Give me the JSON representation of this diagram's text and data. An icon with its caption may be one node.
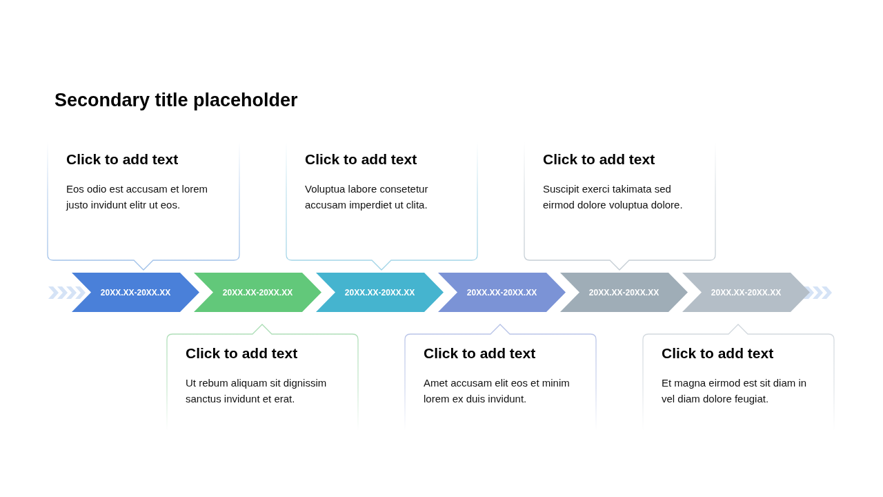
{
  "diagram": {
    "title": "Secondary title placeholder",
    "nodes": [
      {
        "text": [
          "Click to add text",
          "Eos odio est accusam et lorem justo invidunt elitr ut eos."
        ]
      },
      {
        "text": [
          "Click to add text",
          "Voluptua labore consetetur accusam imperdiet ut clita."
        ]
      },
      {
        "text": [
          "Click to add text",
          "Suscipit exerci takimata sed eirmod dolore voluptua dolore."
        ]
      },
      {
        "text": [
          "20XX.XX-20XX.XX"
        ]
      },
      {
        "text": [
          "20XX.XX-20XX.XX"
        ]
      },
      {
        "text": [
          "20XX.XX-20XX.XX"
        ]
      },
      {
        "text": [
          "20XX.XX-20XX.XX"
        ]
      },
      {
        "text": [
          "20XX.XX-20XX.XX"
        ]
      },
      {
        "text": [
          "20XX.XX-20XX.XX"
        ]
      },
      {
        "text": [
          "Click to add text",
          "Ut rebum aliquam sit dignissim sanctus invidunt et erat."
        ]
      },
      {
        "text": [
          "Click to add text",
          "Amet accusam elit eos et minim lorem ex duis invidunt."
        ]
      },
      {
        "text": [
          "Click to add text",
          "Et magna eirmod est sit diam in vel diam dolore feugiat."
        ]
      }
    ]
  }
}
